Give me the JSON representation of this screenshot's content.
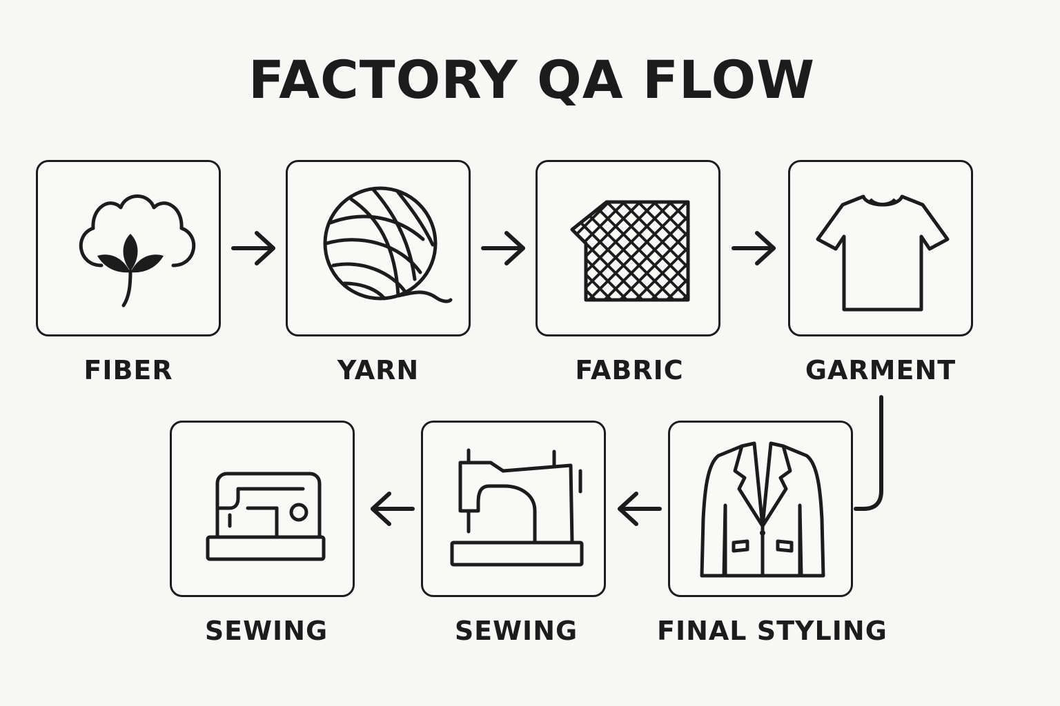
{
  "title": "FACTORY QA FLOW",
  "steps": [
    {
      "label": "FIBER",
      "icon": "cotton-boll-icon"
    },
    {
      "label": "YARN",
      "icon": "yarn-ball-icon"
    },
    {
      "label": "FABRIC",
      "icon": "fabric-swatch-icon"
    },
    {
      "label": "GARMENT",
      "icon": "t-shirt-icon"
    },
    {
      "label": "FINAL STYLING",
      "icon": "blazer-icon"
    },
    {
      "label": "SEWING",
      "icon": "sewing-machine-icon"
    },
    {
      "label": "SEWING",
      "icon": "modern-sewing-machine-icon"
    }
  ],
  "colors": {
    "ink": "#1c1c1c",
    "background": "#f7f7f6"
  }
}
